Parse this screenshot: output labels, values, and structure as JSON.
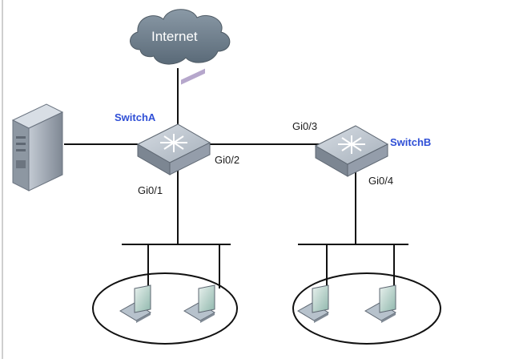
{
  "diagram": {
    "cloud_label": "Internet",
    "switch_a": {
      "name": "SwitchA",
      "port1": "Gi0/1",
      "port2": "Gi0/2"
    },
    "switch_b": {
      "name": "SwitchB",
      "port3": "Gi0/3",
      "port4": "Gi0/4"
    },
    "colors": {
      "switch_label": "#2f4fd6",
      "cloud": "#6f7f8c",
      "device_body": "#9aa3ad",
      "lines": "#111111"
    }
  }
}
